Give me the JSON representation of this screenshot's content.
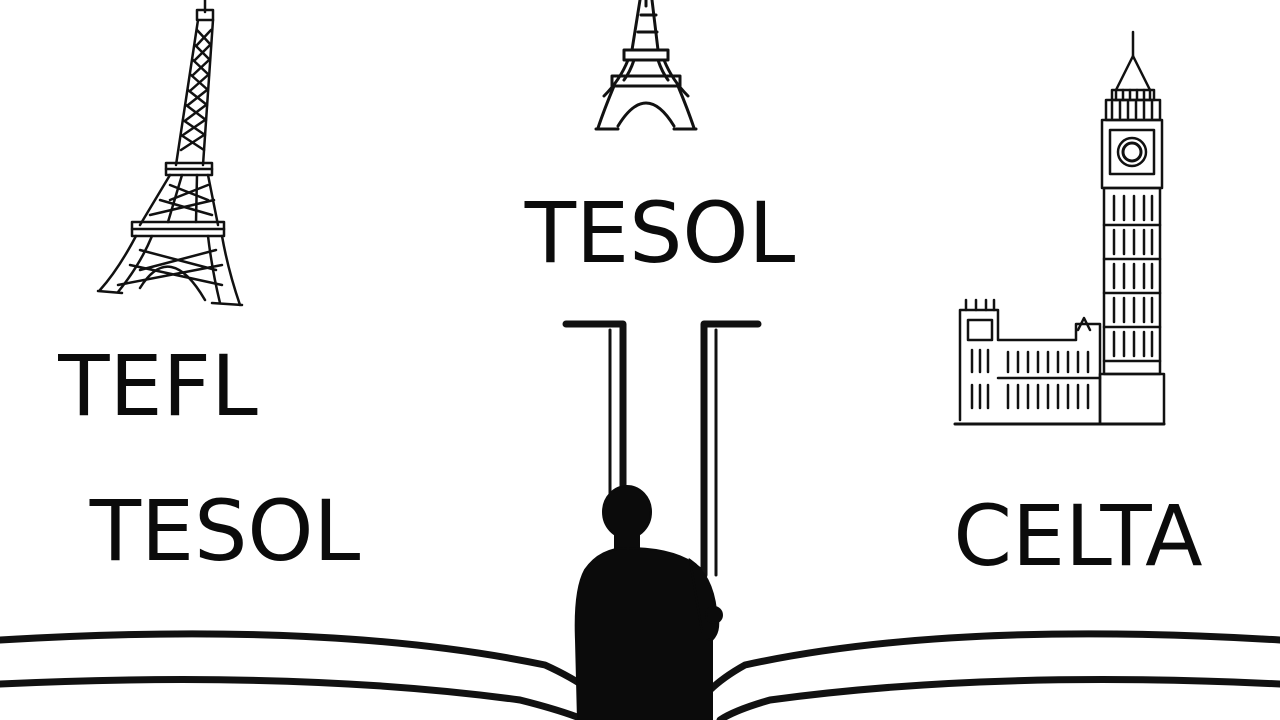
{
  "labels": {
    "top_center": "TESOL",
    "left_top": "TEFL",
    "left_bottom": "TESOL",
    "right": "CELTA"
  },
  "icons": {
    "left_landmark": "eiffel-tower-icon",
    "center_landmark": "eiffel-tower-icon",
    "right_landmark": "big-ben-parliament-icon",
    "center_figure": "person-silhouette",
    "doorway": "open-door-frame",
    "book": "open-book"
  },
  "colors": {
    "ink": "#111111",
    "background": "#ffffff"
  }
}
